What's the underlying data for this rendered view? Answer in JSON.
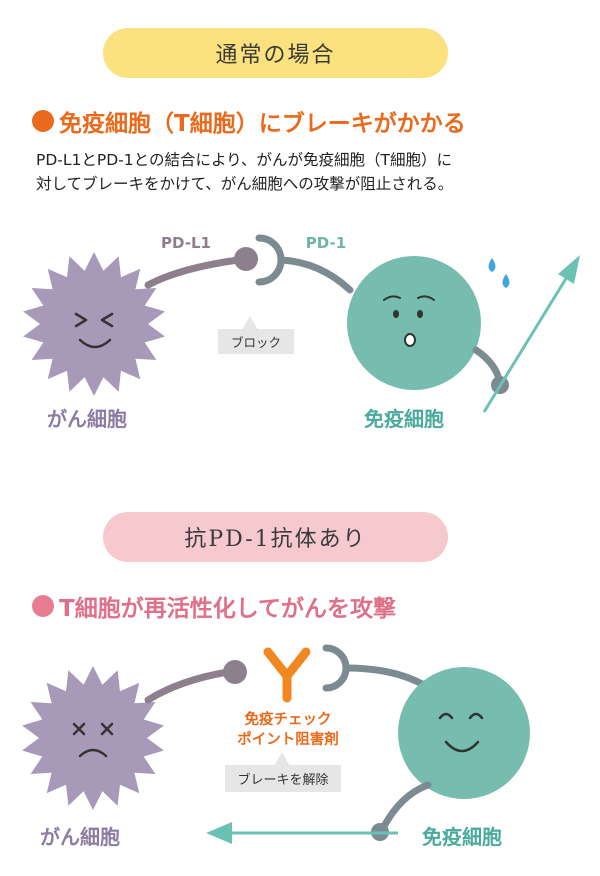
{
  "scenario_normal": {
    "title": "通常の場合",
    "heading": "免疫細胞（T細胞）にブレーキがかかる",
    "description_line1": "PD-L1とPD-1との結合により、がんが免疫細胞（T細胞）に",
    "description_line2": "対してブレーキをかけて、がん細胞への攻撃が阻止される。",
    "pdl1_label": "PD-L1",
    "pd1_label": "PD-1",
    "block_label": "ブロック",
    "cancer_label": "がん細胞",
    "immune_label": "免疫細胞"
  },
  "scenario_antibody": {
    "title": "抗PD-1抗体あり",
    "heading": "T細胞が再活性化してがんを攻撃",
    "inhibitor_line1": "免疫チェック",
    "inhibitor_line2": "ポイント阻害剤",
    "release_label": "ブレーキを解除",
    "cancer_label": "がん細胞",
    "immune_label": "免疫細胞"
  },
  "colors": {
    "cancer": "#a79ab8",
    "immune": "#76bdb0",
    "connector_pdl1": "#8e7f8c",
    "connector_pd1": "#7c8b92",
    "arrow": "#6cc1b5",
    "orange": "#ea6a1c",
    "pink": "#e07089"
  }
}
